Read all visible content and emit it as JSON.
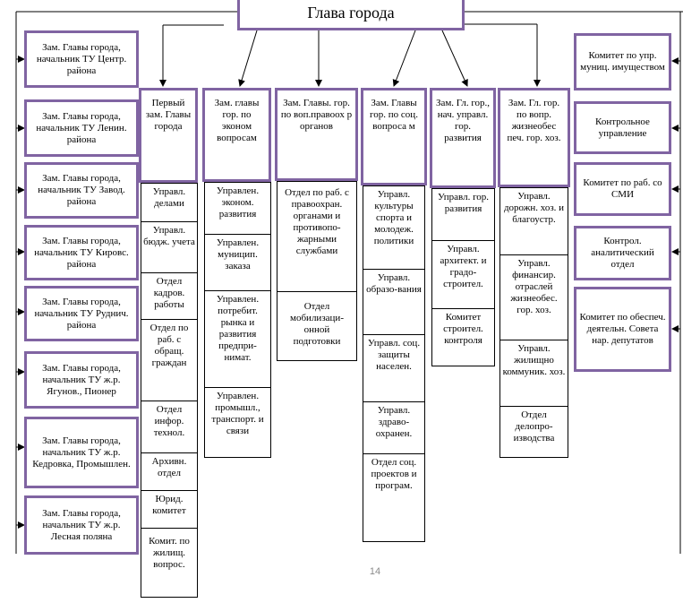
{
  "head": "Глава города",
  "left_column": [
    "Зам. Главы города, начальник ТУ Центр. района",
    "Зам. Главы города, начальник ТУ Ленин. района",
    "Зам. Главы города, начальник ТУ Завод. района",
    "Зам. Главы города, начальник ТУ Кировс. района",
    "Зам. Главы города, начальник ТУ Руднич. района",
    "Зам. Главы города, начальник ТУ ж.р. Ягунов., Пионер",
    "Зам. Главы города, начальник ТУ ж.р. Кедровка, Промышлен.",
    "Зам. Главы города, начальник ТУ ж.р. Лесная поляна"
  ],
  "right_column": [
    "Комитет по упр. муниц. имуществом",
    "Контрольное управление",
    "Комитет по раб. со СМИ",
    "Контрол. аналитический отдел",
    "Комитет по обеспеч. деятельн. Совета нар. депутатов"
  ],
  "columns": [
    {
      "title": "Первый зам. Главы города",
      "units": [
        "Управл. делами",
        "Управл. бюдж. учета",
        "Отдел кадров. работы",
        "Отдел по раб. с обращ. граждан",
        "Отдел инфор. технол.",
        "Архивн. отдел",
        "Юрид. комитет",
        "Комит. по жилищ. вопрос."
      ]
    },
    {
      "title": "Зам. главы гор. по эконом вопросам",
      "units": [
        "Управлен. эконом. развития",
        "Управлен. муницип. заказа",
        "Управлен. потребит. рынка и развития предпри-нимат.",
        "Управлен. промышл., транспорт. и связи"
      ]
    },
    {
      "title": "Зам. Главы. гор. по воп.правоох р органов",
      "units": [
        "Отдел по раб. с правоохран. органами и противопо-жарными службами",
        "Отдел мобилизаци-онной подготовки"
      ]
    },
    {
      "title": "Зам. Главы гор. по соц. вопроса м",
      "units": [
        "Управл. культуры спорта и молодеж. политики",
        "Управл. образо-вания",
        "Управл. соц. защиты населен.",
        "Управл. здраво-охранен.",
        "Отдел соц. проектов и програм."
      ]
    },
    {
      "title": "Зам. Гл. гор., нач. управл. гор. развития",
      "units": [
        "Управл. гор. развития",
        "Управл. архитект. и градо-строител.",
        "Комитет строител. контроля"
      ]
    },
    {
      "title": "Зам. Гл. гор. по вопр. жизнеобес печ. гор. хоз.",
      "units": [
        "Управл. дорожн. хоз. и благоустр.",
        "Управл. финансир. отраслей жизнеобес. гор. хоз.",
        "Управл. жилищно коммуник. хоз.",
        "Отдел делопро-изводства"
      ]
    }
  ],
  "page_number": "14",
  "colors": {
    "accent_border": "#8064a2",
    "line": "#000000",
    "page_number": "#8a8a8a"
  }
}
